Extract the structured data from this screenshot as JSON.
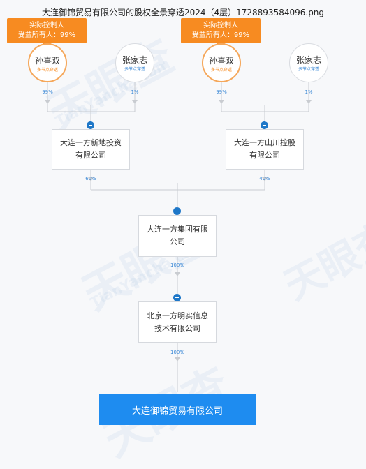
{
  "title": "大连御锦贸易有限公司的股权全景穿透2024（4层）1728893584096.png",
  "badge": {
    "line1": "实际控制人",
    "line2": "受益所有人：99%"
  },
  "persons": [
    {
      "name": "孙喜双",
      "tag": "多节点穿透",
      "pct": "99%"
    },
    {
      "name": "张家志",
      "tag": "多节点穿透",
      "pct": "1%"
    },
    {
      "name": "孙喜双",
      "tag": "多节点穿透",
      "pct": "99%"
    },
    {
      "name": "张家志",
      "tag": "多节点穿透",
      "pct": "1%"
    }
  ],
  "companies": {
    "left": "大连一方新地投资有限公司",
    "right": "大连一方山川控股有限公司",
    "group": "大连一方集团有限公司",
    "beijing": "北京一方明实信息技术有限公司",
    "target": "大连御锦贸易有限公司"
  },
  "percents": {
    "left": "60%",
    "right": "40%",
    "group": "100%",
    "beijing": "100%"
  },
  "watermark": {
    "cn": "天眼查",
    "en": "TianYancha.com"
  },
  "colors": {
    "accent": "#1e8cf0",
    "badge": "#f78b21",
    "line": "#c9ccd1"
  }
}
